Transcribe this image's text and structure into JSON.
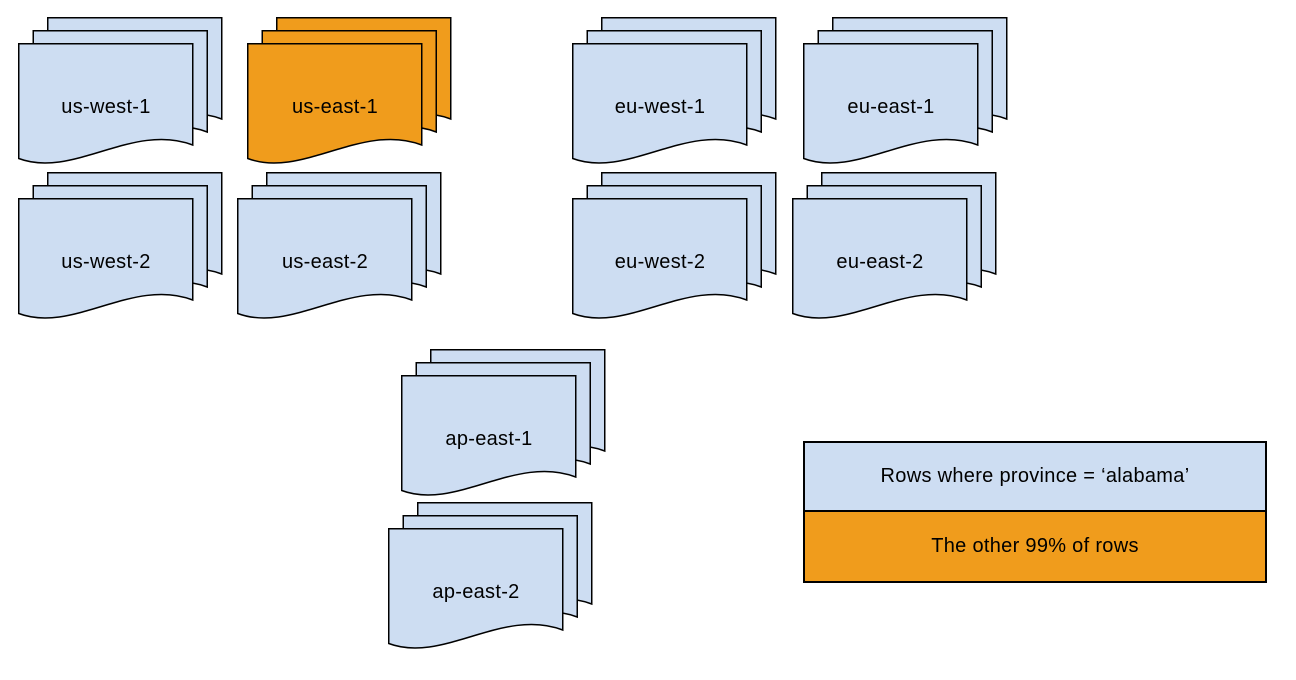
{
  "diagram": {
    "colors": {
      "background": "#ffffff",
      "page_fill": "#cdddf2",
      "highlight_fill": "#f09c1c",
      "stroke": "#000000"
    },
    "regions": [
      {
        "label": "us-west-1",
        "highlighted": false
      },
      {
        "label": "us-east-1",
        "highlighted": true
      },
      {
        "label": "us-west-2",
        "highlighted": false
      },
      {
        "label": "us-east-2",
        "highlighted": false
      },
      {
        "label": "eu-west-1",
        "highlighted": false
      },
      {
        "label": "eu-east-1",
        "highlighted": false
      },
      {
        "label": "eu-west-2",
        "highlighted": false
      },
      {
        "label": "eu-east-2",
        "highlighted": false
      },
      {
        "label": "ap-east-1",
        "highlighted": false
      },
      {
        "label": "ap-east-2",
        "highlighted": false
      }
    ],
    "legend": {
      "items": [
        {
          "label": "Rows where province = ‘alabama’",
          "swatch": "page_fill"
        },
        {
          "label": "The other 99% of rows",
          "swatch": "highlight_fill"
        }
      ]
    }
  }
}
